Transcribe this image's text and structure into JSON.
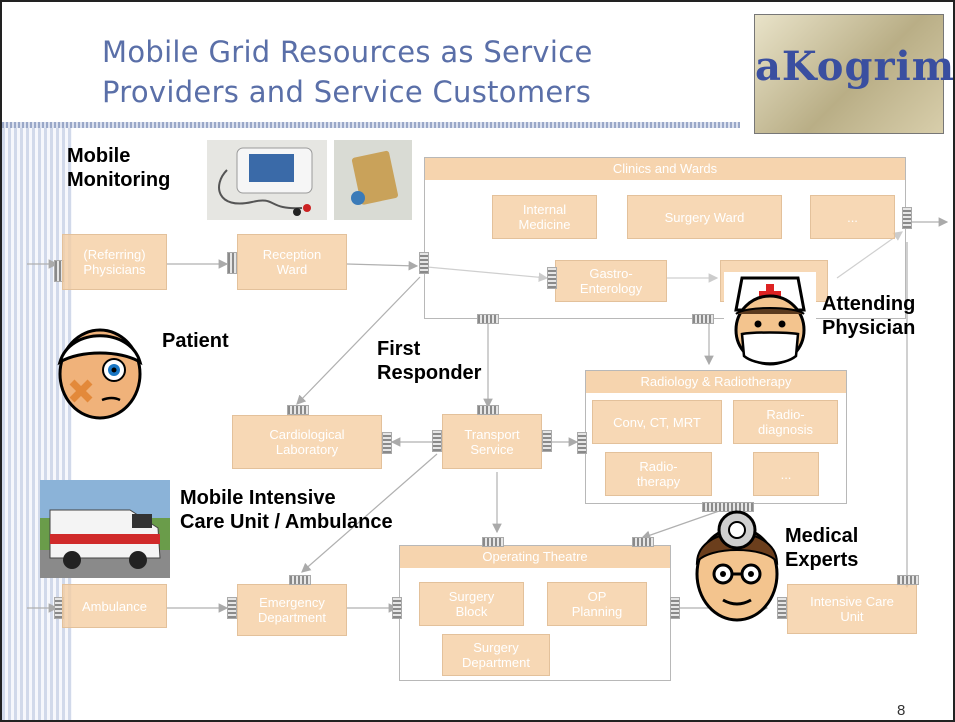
{
  "slide": {
    "title_line1": "Mobile Grid Resources as Service",
    "title_line2": "Providers and Service Customers",
    "logo_text": "aKogrimo",
    "page_number": "8"
  },
  "labels": {
    "mobile_monitoring_1": "Mobile",
    "mobile_monitoring_2": "Monitoring",
    "patient": "Patient",
    "first_responder_1": "First",
    "first_responder_2": "Responder",
    "attending_1": "Attending",
    "attending_2": "Physician",
    "micu_1": "Mobile Intensive",
    "micu_2": "Care Unit / Ambulance",
    "experts_1": "Medical",
    "experts_2": "Experts"
  },
  "boxes": {
    "referring_1": "(Referring)",
    "referring_2": "Physicians",
    "reception_1": "Reception",
    "reception_2": "Ward",
    "clinics": "Clinics and Wards",
    "internal_1": "Internal",
    "internal_2": "Medicine",
    "surgery_ward": "Surgery Ward",
    "ellipsis": "...",
    "gastro_1": "Gastro-",
    "gastro_2": "Enterology",
    "radiology": "Radiology & Radiotherapy",
    "conv": "Conv, CT, MRT",
    "radiodiag_1": "Radio-",
    "radiodiag_2": "diagnosis",
    "radiother_1": "Radio-",
    "radiother_2": "therapy",
    "cardio_1": "Cardiological",
    "cardio_2": "Laboratory",
    "transport_1": "Transport",
    "transport_2": "Service",
    "operating": "Operating Theatre",
    "surgblock_1": "Surgery",
    "surgblock_2": "Block",
    "op_1": "OP",
    "op_2": "Planning",
    "surgdept_1": "Surgery",
    "surgdept_2": "Department",
    "ambulance": "Ambulance",
    "emergency_1": "Emergency",
    "emergency_2": "Department",
    "icu_1": "Intensive Care",
    "icu_2": "Unit"
  }
}
